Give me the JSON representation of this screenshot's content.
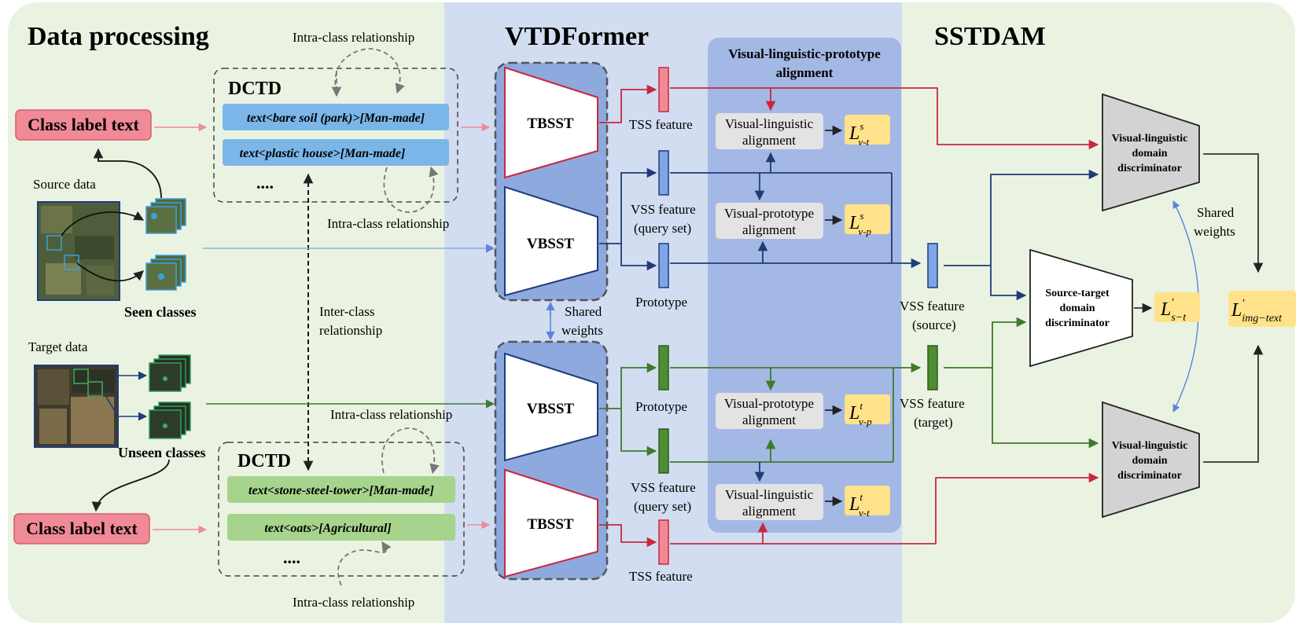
{
  "sections": {
    "data_processing": "Data processing",
    "vtdformer": "VTDFormer",
    "sstdam": "SSTDAM"
  },
  "data": {
    "class_label_text_top": "Class label text",
    "class_label_text_bottom": "Class label text",
    "source_data": "Source data",
    "target_data": "Target data",
    "seen_classes": "Seen classes",
    "unseen_classes": "Unseen classes",
    "intra_class_1": "Intra-class relationship",
    "intra_class_2": "Intra-class relationship",
    "intra_class_3": "Intra-class relationship",
    "intra_class_4": "Intra-class relationship",
    "inter_class": [
      "Inter-class",
      "relationship"
    ],
    "dctd_top": "DCTD",
    "dctd_bottom": "DCTD",
    "text_bare_soil": "text<bare soil (park)>[Man-made]",
    "text_plastic_house": "text<plastic house>[Man-made]",
    "text_stone_steel": "text<stone-steel-tower>[Man-made]",
    "text_oats": "text<oats>[Agricultural]",
    "ellipsis": "...."
  },
  "vtd": {
    "tbsst": "TBSST",
    "vbsst": "VBSST",
    "shared_weights": [
      "Shared",
      "weights"
    ],
    "tss_feature": "TSS feature",
    "vss_query": [
      "VSS feature",
      "(query set)"
    ],
    "prototype": "Prototype",
    "vlp_title": [
      "Visual-linguistic-prototype",
      "alignment"
    ],
    "vl_align": [
      "Visual-linguistic",
      "alignment"
    ],
    "vp_align": [
      "Visual-prototype",
      "alignment"
    ]
  },
  "losses": {
    "l_vt_s": {
      "base": "L",
      "sup": "s",
      "sub": "v-t"
    },
    "l_vp_s": {
      "base": "L",
      "sup": "s",
      "sub": "v-p"
    },
    "l_vp_t": {
      "base": "L",
      "sup": "t",
      "sub": "v-p"
    },
    "l_vt_t": {
      "base": "L",
      "sup": "t",
      "sub": "v-t"
    },
    "l_st": {
      "base": "L",
      "sup": "'",
      "sub": "s−t"
    },
    "l_img_text": {
      "base": "L",
      "sup": "'",
      "sub": "img−text"
    }
  },
  "sst": {
    "vss_source": [
      "VSS feature",
      "(source)"
    ],
    "vss_target": [
      "VSS feature",
      "(target)"
    ],
    "vl_disc": [
      "Visual-linguistic",
      "domain",
      "discriminator"
    ],
    "st_disc": [
      "Source-target",
      "domain",
      "discriminator"
    ],
    "shared_weights": [
      "Shared",
      "weights"
    ]
  },
  "colors": {
    "panel_green": "#eaf3e2",
    "panel_blue": "#d2ddf1",
    "vlp_blue": "#a4b8e5",
    "encoder_blue": "#8ea9de",
    "red": "#c8283e",
    "navy": "#1f3c78",
    "green": "#3f7a28",
    "pink_box": "#f08a96",
    "light_blue_box": "#7bb6e8",
    "light_green_box": "#a6d48c",
    "loss_yellow": "#ffe28a"
  }
}
